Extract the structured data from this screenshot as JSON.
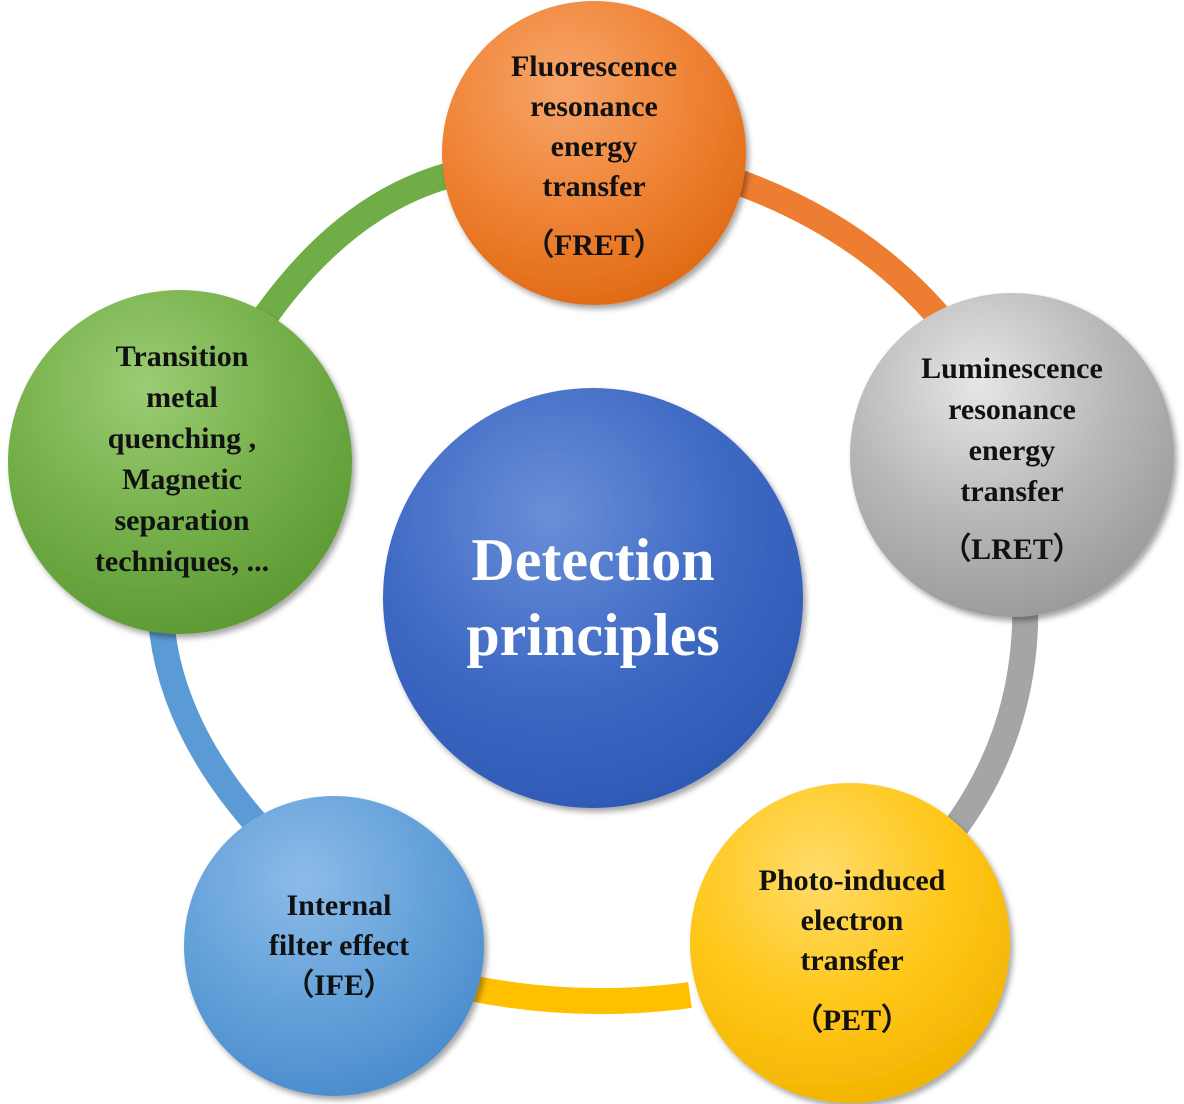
{
  "center": {
    "lines": [
      "Detection",
      "principles"
    ],
    "color": "#3a67c4"
  },
  "nodes": [
    {
      "id": "fret",
      "lines": [
        "Fluorescence",
        "resonance",
        "energy",
        "transfer",
        "（FRET）"
      ],
      "color": "#ed7d31"
    },
    {
      "id": "lret",
      "lines": [
        "Luminescence",
        "resonance",
        "energy",
        "transfer",
        "（LRET）"
      ],
      "color": "#a5a5a5"
    },
    {
      "id": "pet",
      "lines": [
        "Photo-induced",
        "electron",
        "transfer",
        "（PET）"
      ],
      "color": "#ffc000"
    },
    {
      "id": "ife",
      "lines": [
        "Internal",
        "filter effect",
        "（IFE）"
      ],
      "color": "#5b9bd5"
    },
    {
      "id": "transition-metal",
      "lines": [
        "Transition",
        "metal",
        "quenching ,",
        "Magnetic",
        "separation",
        "techniques, ..."
      ],
      "color": "#70ad47"
    }
  ],
  "ring_colors": {
    "fret_to_lret": "#ed7d31",
    "lret_to_pet": "#a5a5a5",
    "pet_to_ife": "#ffc000",
    "ife_to_transition": "#5b9bd5",
    "transition_to_fret": "#70ad47"
  }
}
